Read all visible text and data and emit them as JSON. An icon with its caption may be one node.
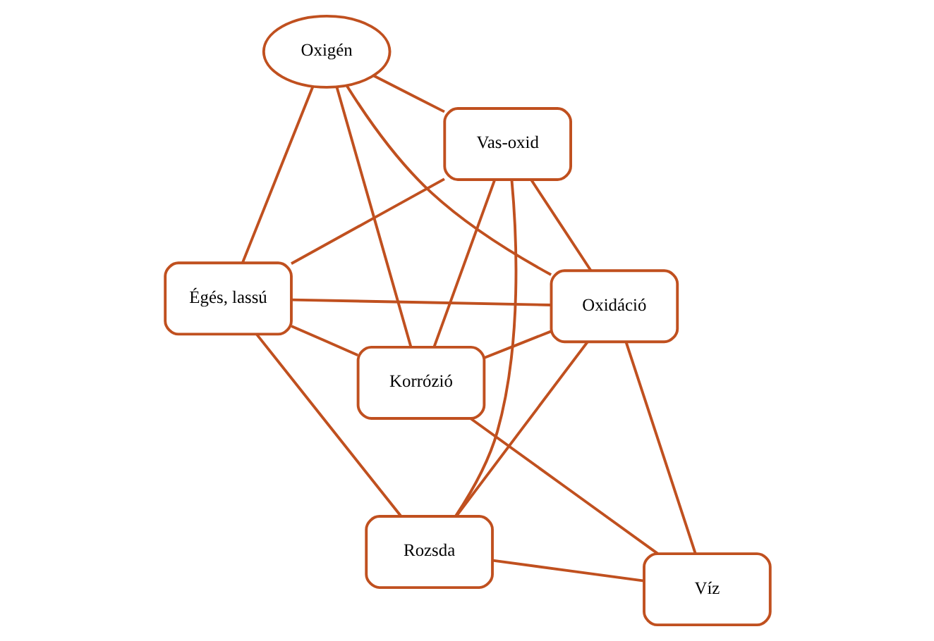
{
  "diagram": {
    "nodes": [
      {
        "text": [
          "Égés, lassú"
        ]
      },
      {
        "text": [
          "Vas-oxid"
        ]
      },
      {
        "text": [
          "Rozsda"
        ]
      },
      {
        "text": [
          "Oxidáció"
        ]
      },
      {
        "text": [
          "Víz"
        ]
      },
      {
        "text": [
          "Oxigén"
        ]
      },
      {
        "text": [
          "Korrózió"
        ]
      }
    ],
    "edges": [
      {
        "from": 0,
        "to": 1,
        "arrow": "none"
      },
      {
        "from": 0,
        "to": 2,
        "arrow": "none"
      },
      {
        "from": 0,
        "to": 3,
        "arrow": "none"
      },
      {
        "from": 0,
        "to": 6,
        "arrow": "none"
      },
      {
        "from": 0,
        "to": 5,
        "arrow": "none"
      },
      {
        "from": 1,
        "to": 2,
        "arrow": "none"
      },
      {
        "from": 1,
        "to": 3,
        "arrow": "none"
      },
      {
        "from": 1,
        "to": 6,
        "arrow": "none"
      },
      {
        "from": 1,
        "to": 5,
        "arrow": "none"
      },
      {
        "from": 2,
        "to": 3,
        "arrow": "none"
      },
      {
        "from": 2,
        "to": 4,
        "arrow": "none"
      },
      {
        "from": 3,
        "to": 4,
        "arrow": "none"
      },
      {
        "from": 3,
        "to": 6,
        "arrow": "none"
      },
      {
        "from": 3,
        "to": 5,
        "arrow": "none"
      },
      {
        "from": 4,
        "to": 6,
        "arrow": "none"
      },
      {
        "from": 6,
        "to": 5,
        "arrow": "none"
      }
    ]
  }
}
